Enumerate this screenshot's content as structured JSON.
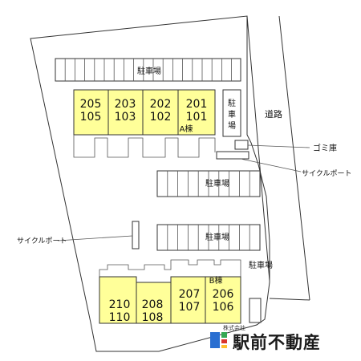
{
  "colors": {
    "unit_fill": "#ffff99",
    "line": "#333333",
    "logo_blue": "#2a6fd1",
    "logo_green": "#35a853",
    "logo_red": "#d9342b"
  },
  "parking": {
    "top": "駐車場",
    "middle_upper": "駐車場",
    "middle_lower": "駐車場",
    "right_bottom": "駐車場",
    "side_vertical": "駐\n車\n場"
  },
  "building_a": {
    "label": "A棟",
    "units": [
      {
        "upper": "205",
        "lower": "105"
      },
      {
        "upper": "203",
        "lower": "103"
      },
      {
        "upper": "202",
        "lower": "102"
      },
      {
        "upper": "201",
        "lower": "101"
      }
    ]
  },
  "building_b": {
    "label": "B棟",
    "units": [
      {
        "upper": "210",
        "lower": "110"
      },
      {
        "upper": "208",
        "lower": "108"
      },
      {
        "upper": "207",
        "lower": "107"
      },
      {
        "upper": "206",
        "lower": "106"
      }
    ]
  },
  "labels": {
    "road": "道路",
    "garbage": "ゴミ庫",
    "bike_right": "サイクルポート",
    "bike_left": "サイクルポート"
  },
  "logo": {
    "company_small": "株式会社",
    "name": "駅前不動産",
    "icon_name": "ekimae-fudousan-logo-icon"
  }
}
